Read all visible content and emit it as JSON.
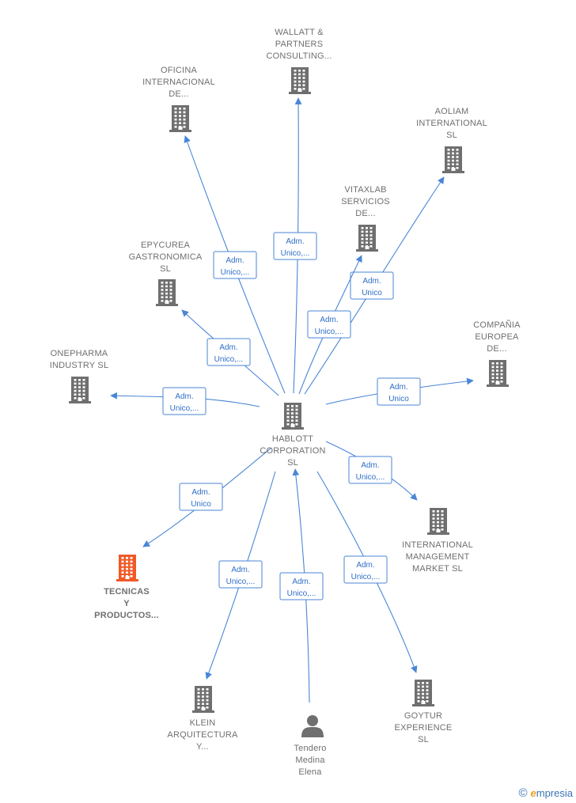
{
  "colors": {
    "edge": "#4a86d6",
    "building": "#6f6f6f",
    "highlight": "#f05a28",
    "person": "#6f6f6f"
  },
  "center": {
    "id": "hablott",
    "lines": [
      "HABLOTT",
      "CORPORATION",
      "SL"
    ],
    "icon": "building-icon"
  },
  "nodes": [
    {
      "id": "wallatt",
      "lines": [
        "WALLATT &",
        "PARTNERS",
        "CONSULTING..."
      ],
      "icon": "building-icon"
    },
    {
      "id": "oficina",
      "lines": [
        "OFICINA",
        "INTERNACIONAL",
        "DE..."
      ],
      "icon": "building-icon"
    },
    {
      "id": "aoliam",
      "lines": [
        "AOLIAM",
        "INTERNATIONAL",
        "SL"
      ],
      "icon": "building-icon"
    },
    {
      "id": "vitaxlab",
      "lines": [
        "VITAXLAB",
        "SERVICIOS",
        "DE..."
      ],
      "icon": "building-icon"
    },
    {
      "id": "epycurea",
      "lines": [
        "EPYCUREA",
        "GASTRONOMICA",
        "SL"
      ],
      "icon": "building-icon"
    },
    {
      "id": "compania",
      "lines": [
        "COMPAÑIA",
        "EUROPEA",
        "DE..."
      ],
      "icon": "building-icon"
    },
    {
      "id": "onepharma",
      "lines": [
        "ONEPHARMA",
        "INDUSTRY  SL"
      ],
      "icon": "building-icon"
    },
    {
      "id": "imm",
      "lines": [
        "INTERNATIONAL",
        "MANAGEMENT",
        "MARKET  SL"
      ],
      "icon": "building-icon"
    },
    {
      "id": "tecnicas",
      "lines": [
        "TECNICAS",
        "Y",
        "PRODUCTOS..."
      ],
      "icon": "building-icon",
      "highlight": true
    },
    {
      "id": "klein",
      "lines": [
        "KLEIN",
        "ARQUITECTURA",
        "Y..."
      ],
      "icon": "building-icon"
    },
    {
      "id": "tendero",
      "lines": [
        "Tendero",
        "Medina",
        "Elena"
      ],
      "icon": "person-icon"
    },
    {
      "id": "goytur",
      "lines": [
        "GOYTUR",
        "EXPERIENCE",
        "SL"
      ],
      "icon": "building-icon"
    }
  ],
  "edges": [
    {
      "target": "wallatt",
      "lines": [
        "Adm.",
        "Unico,..."
      ]
    },
    {
      "target": "oficina",
      "lines": [
        "Adm.",
        "Unico,..."
      ]
    },
    {
      "target": "aoliam",
      "lines": [
        "Adm.",
        "Unico"
      ]
    },
    {
      "target": "vitaxlab",
      "lines": [
        "Adm.",
        "Unico,..."
      ]
    },
    {
      "target": "epycurea",
      "lines": [
        "Adm.",
        "Unico,..."
      ]
    },
    {
      "target": "compania",
      "lines": [
        "Adm.",
        "Unico"
      ]
    },
    {
      "target": "onepharma",
      "lines": [
        "Adm.",
        "Unico,..."
      ]
    },
    {
      "target": "imm",
      "lines": [
        "Adm.",
        "Unico,..."
      ]
    },
    {
      "target": "tecnicas",
      "lines": [
        "Adm.",
        "Unico"
      ]
    },
    {
      "target": "klein",
      "lines": [
        "Adm.",
        "Unico,..."
      ]
    },
    {
      "target": "tendero",
      "lines": [
        "Adm.",
        "Unico,..."
      ],
      "reverse": true
    },
    {
      "target": "goytur",
      "lines": [
        "Adm.",
        "Unico,..."
      ]
    }
  ],
  "footer": {
    "copyright": "©",
    "brand_initial": "e",
    "brand_rest": "mpresia"
  }
}
